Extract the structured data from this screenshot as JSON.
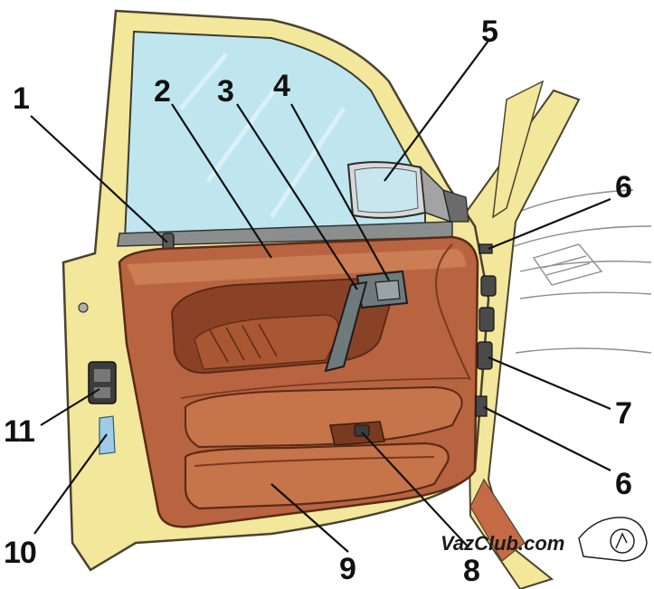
{
  "colors": {
    "door_frame": "#f2e79a",
    "door_frame_stroke": "#4a4330",
    "glass": "#bfe6ef",
    "trim_panel": "#b86440",
    "trim_dark": "#8a4226",
    "trim_light": "#cf8358",
    "handle": "#6e7a7c",
    "interior_line": "#8d8d8d"
  },
  "callouts": {
    "c1": "1",
    "c2": "2",
    "c3": "3",
    "c4": "4",
    "c5": "5",
    "c6a": "6",
    "c6b": "6",
    "c7": "7",
    "c8": "8",
    "c9": "9",
    "c10": "10",
    "c11": "11"
  },
  "watermark": "VazClub.com"
}
